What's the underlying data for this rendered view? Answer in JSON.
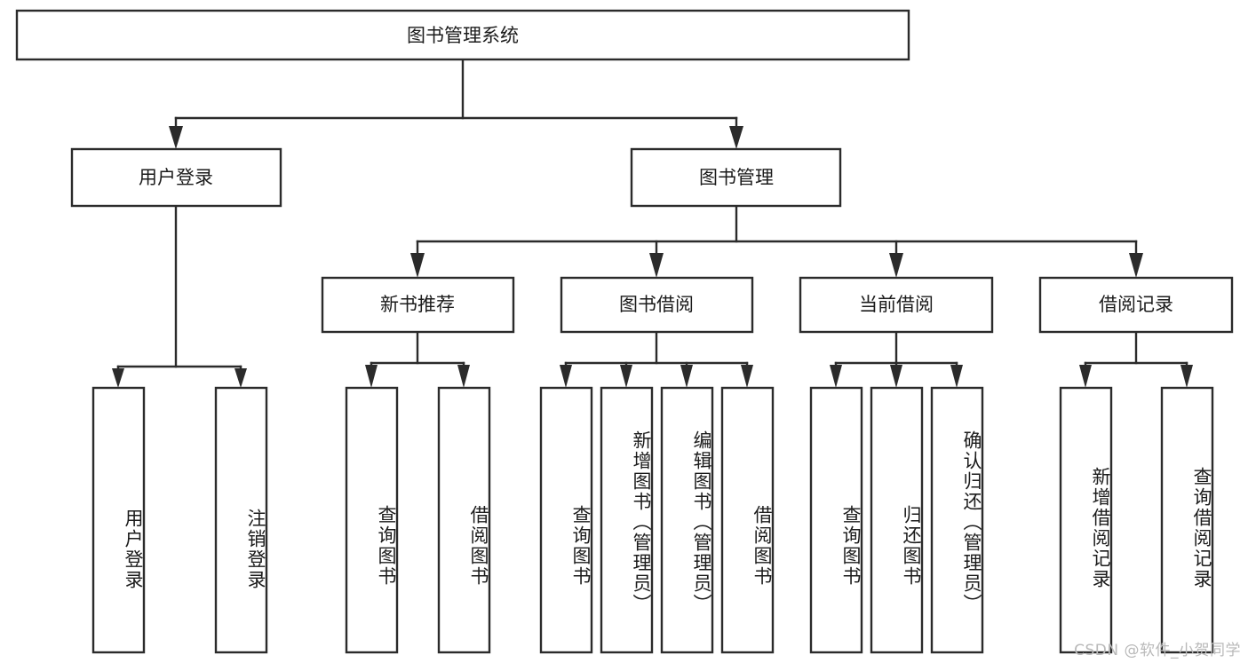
{
  "diagram": {
    "type": "tree-hierarchy",
    "title": "图书管理系统",
    "watermark": "CSDN @软件_小贺同学",
    "colors": {
      "stroke": "#2b2b2b",
      "fill": "#ffffff",
      "text": "#1b1b1b",
      "watermark": "#b9b9b9"
    },
    "levels": {
      "root": {
        "label": "图书管理系统"
      },
      "level2": [
        {
          "label": "用户登录"
        },
        {
          "label": "图书管理"
        }
      ],
      "level3": [
        {
          "label": "新书推荐"
        },
        {
          "label": "图书借阅"
        },
        {
          "label": "当前借阅"
        },
        {
          "label": "借阅记录"
        }
      ]
    },
    "leaves": {
      "user_login": [
        {
          "label": "用户登录"
        },
        {
          "label": "注销登录"
        }
      ],
      "new_book_recommend": [
        {
          "label": "查询图书"
        },
        {
          "label": "借阅图书"
        }
      ],
      "book_borrow": [
        {
          "label": "查询图书"
        },
        {
          "label": "新增图书（管理员）"
        },
        {
          "label": "编辑图书（管理员）"
        },
        {
          "label": "借阅图书"
        }
      ],
      "current_borrow": [
        {
          "label": "查询图书"
        },
        {
          "label": "归还图书"
        },
        {
          "label": "确认归还（管理员）"
        }
      ],
      "borrow_record": [
        {
          "label": "新增借阅记录"
        },
        {
          "label": "查询借阅记录"
        }
      ]
    }
  }
}
